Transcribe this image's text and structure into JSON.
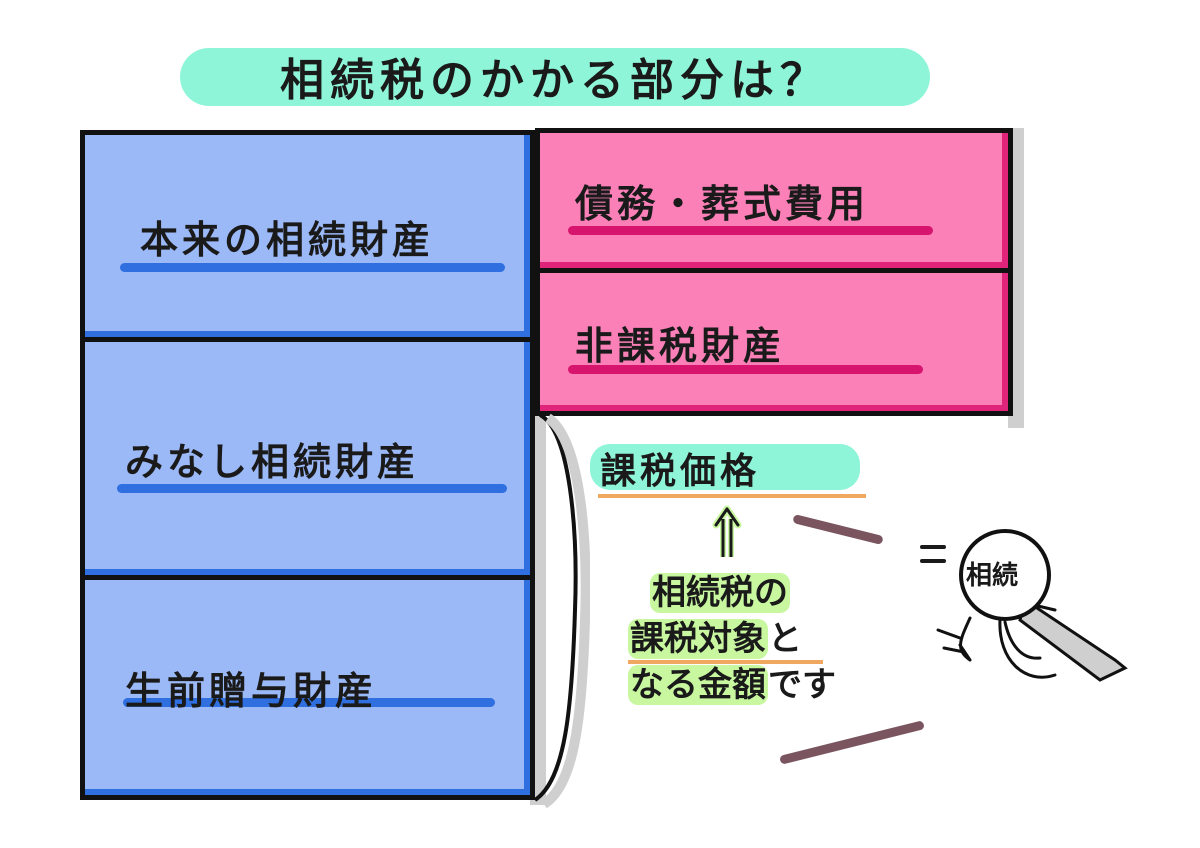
{
  "title": "相続税のかかる部分は？",
  "left_boxes": [
    {
      "label": "本来の相続財産"
    },
    {
      "label": "みなし相続財産"
    },
    {
      "label": "生前贈与財産"
    }
  ],
  "right_boxes": [
    {
      "label": "債務・葬式費用"
    },
    {
      "label": "非課税財産"
    }
  ],
  "kazei_kakaku": "課税価格",
  "note": {
    "line1": "相続税の",
    "line2_mark": "課税対象",
    "line2_tail": "と",
    "line3_mark": "なる金額",
    "line3_tail": "です"
  },
  "lens_label": "相続",
  "colors": {
    "blue_fill": "#9bb8f7",
    "blue_accent": "#2f6fe0",
    "pink_fill": "#fb80b8",
    "pink_accent": "#e0247a",
    "mint": "#8ff5d8",
    "orange": "#f0a860",
    "green": "#c8f7a0"
  }
}
